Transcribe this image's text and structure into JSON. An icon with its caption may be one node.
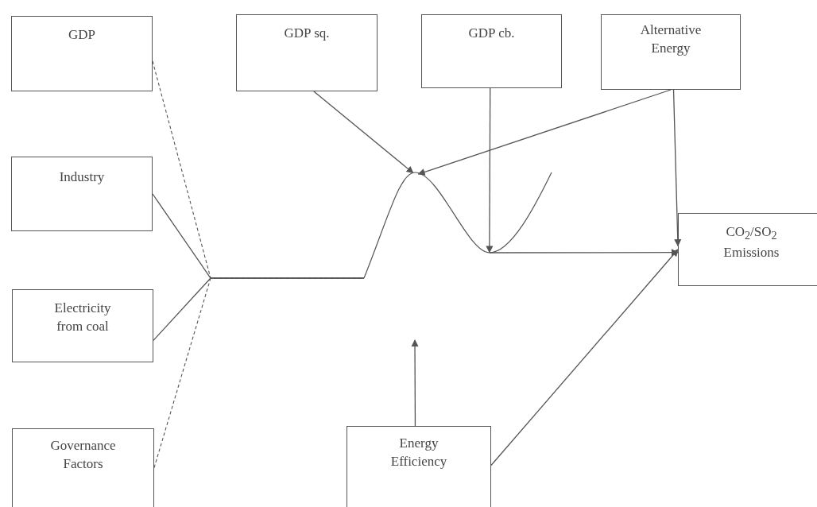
{
  "diagram": {
    "nodes": [
      {
        "text": [
          "GDP"
        ]
      },
      {
        "text": [
          "Industry"
        ]
      },
      {
        "text": [
          "Electricity from coal"
        ]
      },
      {
        "text": [
          "Governance Factors"
        ]
      },
      {
        "text": [
          "GDP sq."
        ]
      },
      {
        "text": [
          "GDP cb."
        ]
      },
      {
        "text": [
          "Alternative Energy"
        ]
      },
      {
        "text": [
          "CO$_{2}$/SO$_{2}$ Emissions"
        ]
      },
      {
        "text": [
          "Energy Efficiency"
        ]
      },
      {
        "text": [],
        "shape": "curve"
      }
    ],
    "edges": [
      {
        "from": 0,
        "to": 9,
        "arrow": "none",
        "style": "dashed"
      },
      {
        "from": 1,
        "to": 9,
        "arrow": "none"
      },
      {
        "from": 2,
        "to": 9,
        "arrow": "none"
      },
      {
        "from": 3,
        "to": 9,
        "arrow": "none",
        "style": "dashed"
      },
      {
        "from": 4,
        "to": 9,
        "arrow": "to"
      },
      {
        "from": 5,
        "to": 9,
        "arrow": "to"
      },
      {
        "from": 6,
        "to": 9,
        "arrow": "to"
      },
      {
        "from": 9,
        "to": 7,
        "arrow": "to"
      },
      {
        "from": 6,
        "to": 7,
        "arrow": "to"
      },
      {
        "from": 8,
        "to": 7,
        "arrow": "to"
      },
      {
        "from": 8,
        "to": null,
        "arrow": "to"
      }
    ]
  }
}
